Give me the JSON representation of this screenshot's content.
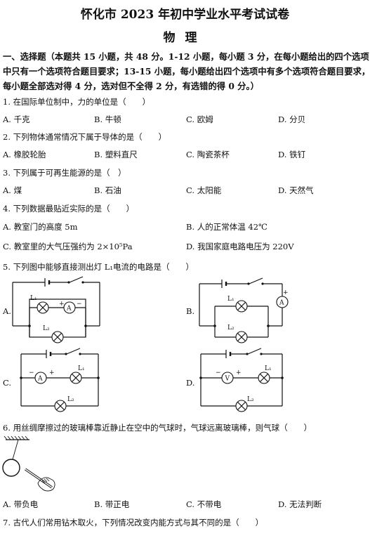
{
  "header": {
    "title": "怀化市 2023 年初中学业水平考试试卷",
    "subject": "物理"
  },
  "section1": {
    "line1": "一、选择题（本题共 15 小题，共 48 分。1-12 小题，每小题 3 分，在每小题给出的四个选项",
    "line2": "中只有一个选项符合题目要求；13-15 小题，每小题给出四个选项中有多个选项符合题目要求，",
    "line3": "每小题全部选对得 4 分，选对但不全得 2 分，有选错的得 0 分。）"
  },
  "questions": [
    {
      "stem": "1. 在国际单位制中，力的单位是（　　）",
      "options": [
        "A. 千克",
        "B. 牛顿",
        "C. 欧姆",
        "D. 分贝"
      ]
    },
    {
      "stem": "2. 下列物体通常情况下属于导体的是（　　）",
      "options": [
        "A. 橡胶轮胎",
        "B. 塑料直尺",
        "C. 陶瓷茶杯",
        "D. 铁钉"
      ]
    },
    {
      "stem": "3. 下列属于可再生能源的是（　）",
      "options": [
        "A. 煤",
        "B. 石油",
        "C. 太阳能",
        "D. 天然气"
      ]
    },
    {
      "stem": "4. 下列数据最贴近实际的是（　　）",
      "options": [
        "A. 教室门的高度 5m",
        "B. 人的正常体温 42℃",
        "C. 教室里的大气压强约为 2×10⁵Pa",
        "D. 我国家庭电路电压为 220V"
      ]
    },
    {
      "stem": "5. 下列图中能够直接测出灯 L₁电流的电路是（　　）",
      "options": [
        "A.",
        "B.",
        "C.",
        "D."
      ]
    },
    {
      "stem": "6. 用丝绸摩擦过的玻璃棒靠近静止在空中的气球时，气球远离玻璃棒，则气球（　　）",
      "options": [
        "A. 带负电",
        "B. 带正电",
        "C. 不带电",
        "D. 无法判断"
      ]
    },
    {
      "stem": "7. 古代人们常用钻木取火，下列情况改变内能方式与其不同的是（　　）"
    }
  ],
  "circuit_labels": {
    "lamp1": "L₁",
    "lamp2": "L₂",
    "ammeter": "A",
    "voltmeter": "V",
    "plus": "+",
    "minus": "−"
  }
}
